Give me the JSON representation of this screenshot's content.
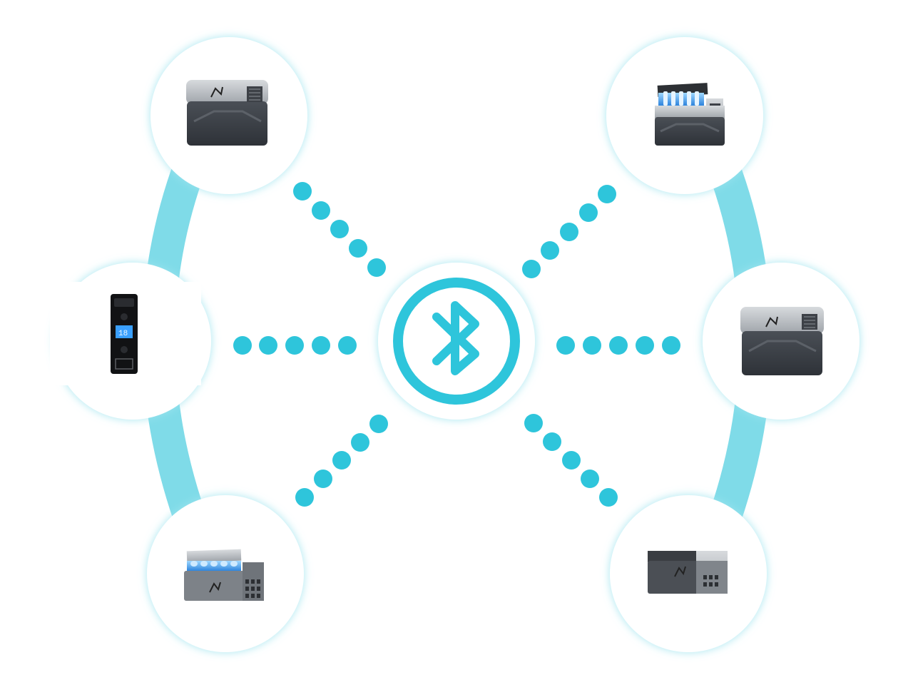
{
  "colors": {
    "accent": "#2ec5db",
    "ring": "#7fdbe8",
    "node_glow": "#bfeef5",
    "background": "#ffffff"
  },
  "hub": {
    "icon": "bluetooth-icon"
  },
  "devices": [
    {
      "id": "top-left",
      "icon": "fridge-closed-icon",
      "logo_letters": "",
      "lid": "closed"
    },
    {
      "id": "mid-left",
      "icon": "control-panel-icon",
      "display": "18"
    },
    {
      "id": "bottom-left",
      "icon": "fridge-open-blue-icon",
      "lid": "open"
    },
    {
      "id": "top-right",
      "icon": "fridge-open-bottles-icon",
      "lid": "open"
    },
    {
      "id": "mid-right",
      "icon": "fridge-closed-icon",
      "lid": "closed"
    },
    {
      "id": "bottom-right",
      "icon": "fridge-small-closed-icon",
      "lid": "closed"
    }
  ]
}
